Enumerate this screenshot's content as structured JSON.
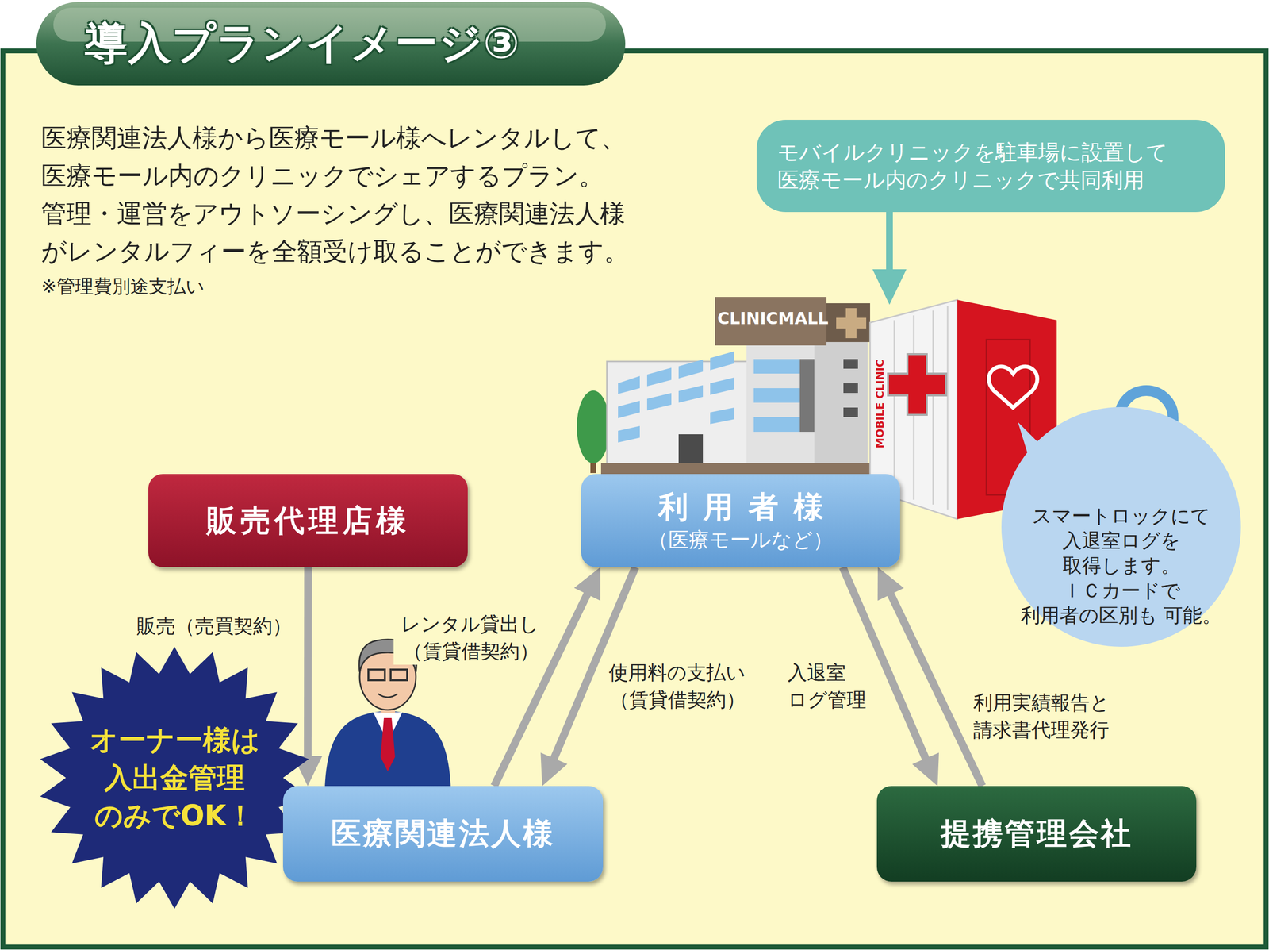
{
  "diagram": {
    "title": "導入プランイメージ③",
    "nodes": [
      {
        "text": [
          "モバイルクリニックを駐車場に設置して 医療モール内のクリニックで共同利用"
        ]
      },
      {
        "text": [
          "販売代理店様"
        ]
      },
      {
        "text": [
          "利用者様",
          "（医療モールなど）"
        ]
      },
      {
        "text": [
          "スマートロックにて 入退室ログを 取得します。 ＩＣカードで 利用者の区別も 可能。"
        ]
      },
      {
        "text": [
          "オーナー様は 入出金管理 のみでOK！"
        ]
      },
      {
        "text": [
          "医療関連法人様"
        ]
      },
      {
        "text": [
          "提携管理会社"
        ]
      }
    ],
    "edges": [
      {
        "from": 1,
        "to": 5,
        "label": "販売（売買契約）",
        "arrow": "to"
      },
      {
        "from": 5,
        "to": 2,
        "label": "レンタル貸出し （賃貸借契約）",
        "arrow": "to"
      },
      {
        "from": 2,
        "to": 5,
        "label": "使用料の支払い （賃貸借契約）",
        "arrow": "to"
      },
      {
        "from": 2,
        "to": 6,
        "label": "入退室 ログ管理",
        "arrow": "to"
      },
      {
        "from": 6,
        "to": 2,
        "label": "利用実績報告と 請求書代理発行",
        "arrow": "to"
      }
    ],
    "labels": [
      "医療関連法人様から医療モール様へレンタルして、 医療モール内のクリニックでシェアするプラン。 管理・運営をアウトソーシングし、医療関連法人様 がレンタルフィーを全額受け取ることができます。",
      "※管理費別途支払い",
      "CLINICMALL",
      "MOBILE CLINIC"
    ]
  }
}
